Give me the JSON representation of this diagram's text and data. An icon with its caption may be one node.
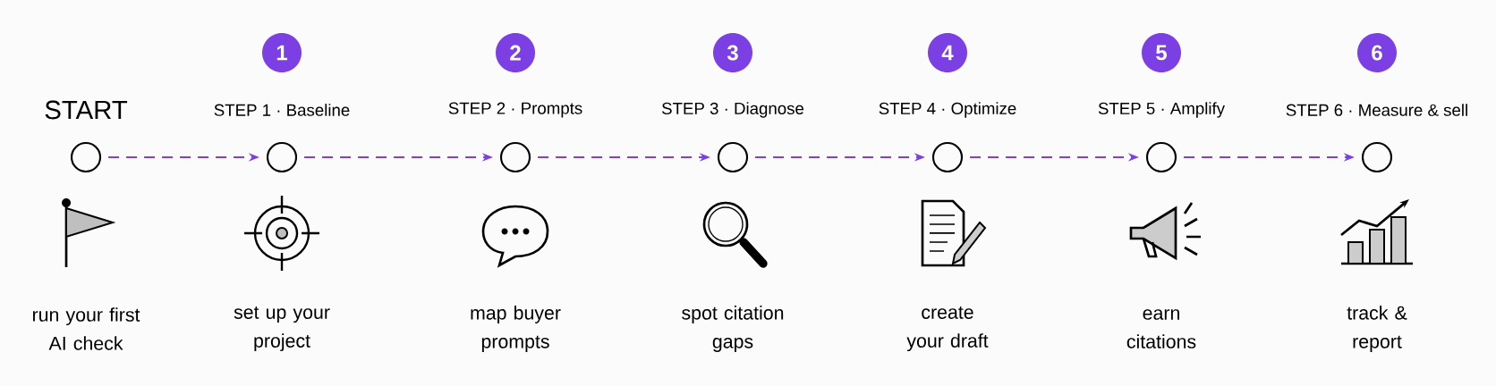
{
  "diagram": {
    "nodes": [
      {
        "text": [],
        "shape": "circle",
        "beside": [
          "START"
        ]
      },
      {
        "text": [],
        "shape": "circle",
        "beside": [
          "STEP 1 · Baseline"
        ]
      },
      {
        "text": [],
        "shape": "circle",
        "beside": [
          "STEP 2 · Prompts"
        ]
      },
      {
        "text": [],
        "shape": "circle",
        "beside": [
          "STEP 3 · Diagnose"
        ]
      },
      {
        "text": [],
        "shape": "circle",
        "beside": [
          "STEP 4 · Optimize"
        ]
      },
      {
        "text": [],
        "shape": "circle",
        "beside": [
          "STEP 5 · Amplify"
        ]
      },
      {
        "text": [],
        "shape": "circle",
        "beside": [
          "STEP 6 · Measure & sell"
        ]
      },
      {
        "text": [
          "1"
        ]
      },
      {
        "text": [
          "2"
        ]
      },
      {
        "text": [
          "3"
        ]
      },
      {
        "text": [
          "4"
        ]
      },
      {
        "text": [
          "5"
        ]
      },
      {
        "text": [
          "6"
        ]
      }
    ],
    "edges": [
      {
        "from": 0,
        "to": 1,
        "arrow": "to",
        "style": "dashed",
        "color": "#7b3fe4"
      },
      {
        "from": 1,
        "to": 2,
        "arrow": "to",
        "style": "dashed",
        "color": "#7b3fe4"
      },
      {
        "from": 2,
        "to": 3,
        "arrow": "to",
        "style": "dashed",
        "color": "#7b3fe4"
      },
      {
        "from": 3,
        "to": 4,
        "arrow": "to",
        "style": "dashed",
        "color": "#7b3fe4"
      },
      {
        "from": 4,
        "to": 5,
        "arrow": "to",
        "style": "dashed",
        "color": "#7b3fe4"
      },
      {
        "from": 5,
        "to": 6,
        "arrow": "to",
        "style": "dashed",
        "color": "#7b3fe4"
      }
    ],
    "labels": [
      "run your first AI check",
      "set up your project",
      "map buyer prompts",
      "spot citation gaps",
      "create your draft",
      "earn citations",
      "track & report"
    ]
  }
}
